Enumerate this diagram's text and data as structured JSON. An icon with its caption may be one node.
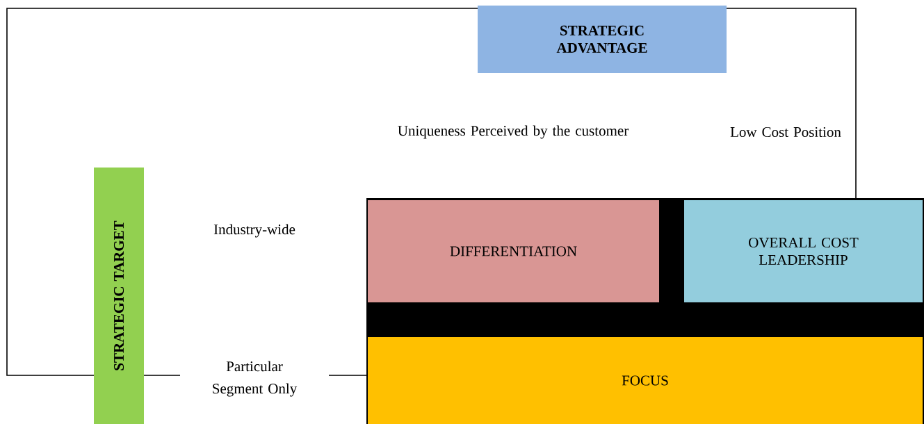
{
  "diagram": {
    "nodes": [
      {
        "text": [
          "STRATEGIC ADVANTAGE"
        ]
      },
      {
        "text": [
          "STRATEGIC TARGET"
        ]
      },
      {
        "text": [
          "DIFFERENTIATION"
        ]
      },
      {
        "text": [
          "OVERALL COST LEADERSHIP"
        ]
      },
      {
        "text": [
          "FOCUS"
        ]
      }
    ],
    "labels": [
      "Uniqueness Perceived by the customer",
      "Low Cost Position",
      "Industry-wide",
      "Particular Segment Only"
    ]
  }
}
